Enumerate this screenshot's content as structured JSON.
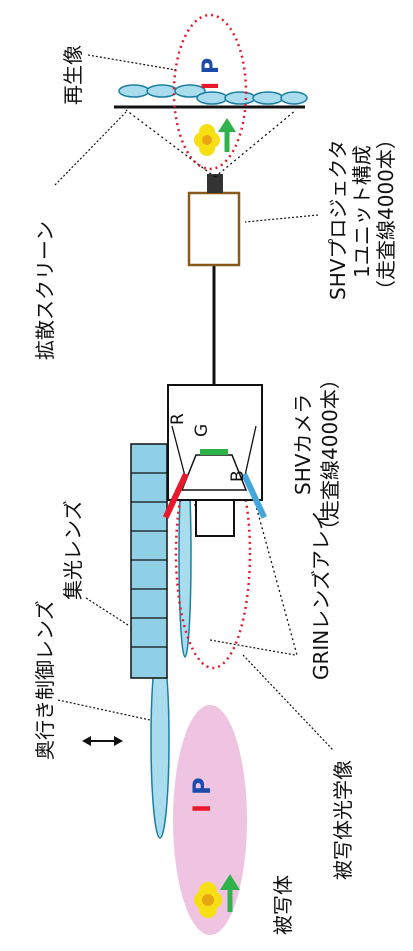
{
  "labels": {
    "reproduced_image": "再生像",
    "diffusion_screen": "拡散スクリーン",
    "projector_title": "SHVプロジェクタ",
    "projector_unit": "1ユニット構成",
    "projector_lines": "（走査線4000本）",
    "camera_title": "SHVカメラ",
    "camera_lines": "（走査線4000本）",
    "condenser_lens": "集光レンズ",
    "grin_array": "GRINレンズアレイ",
    "depth_lens": "奥行き制御レンズ",
    "subject_optical_image": "被写体光学像",
    "subject": "被写体"
  },
  "markers": {
    "camera_r": "R",
    "camera_g": "G",
    "camera_b": "B",
    "letter_i": "I",
    "letter_p": "P"
  },
  "colors": {
    "lens_fill": "#a9dcec",
    "lens_stroke": "#1a7fa3",
    "grin_fill": "#8fd0e6",
    "subject_fill": "#efc4e1",
    "projector_stroke": "#8a5a1a",
    "dotted_ellipse": "#e8192c",
    "r_bar": "#e8192c",
    "g_bar": "#2fb24a",
    "b_bar": "#43a6dc",
    "p_color": "#1b4aa8",
    "i_color": "#e8192c",
    "flower": "#f6e014",
    "arrow": "#2fb24a"
  },
  "icons": [
    "flower-icon",
    "arrow-icon",
    "double-arrow-icon"
  ]
}
